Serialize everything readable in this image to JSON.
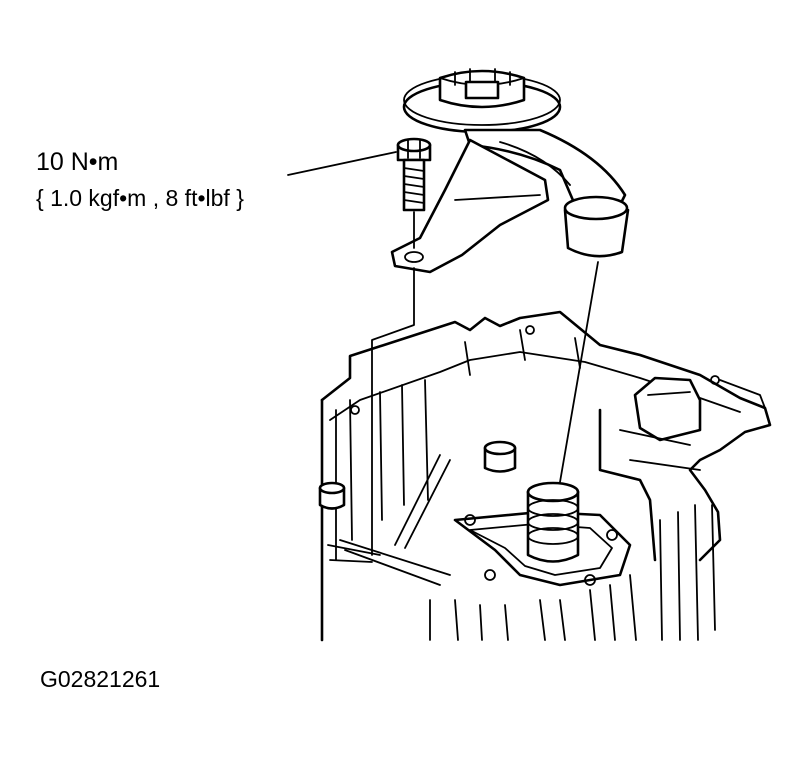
{
  "callout": {
    "torque_value": "10 N•m",
    "torque_conversion": "{ 1.0 kgf•m , 8 ft•lbf }"
  },
  "figure_code": "G02821261",
  "colors": {
    "ink": "#000000",
    "paper": "#ffffff"
  }
}
